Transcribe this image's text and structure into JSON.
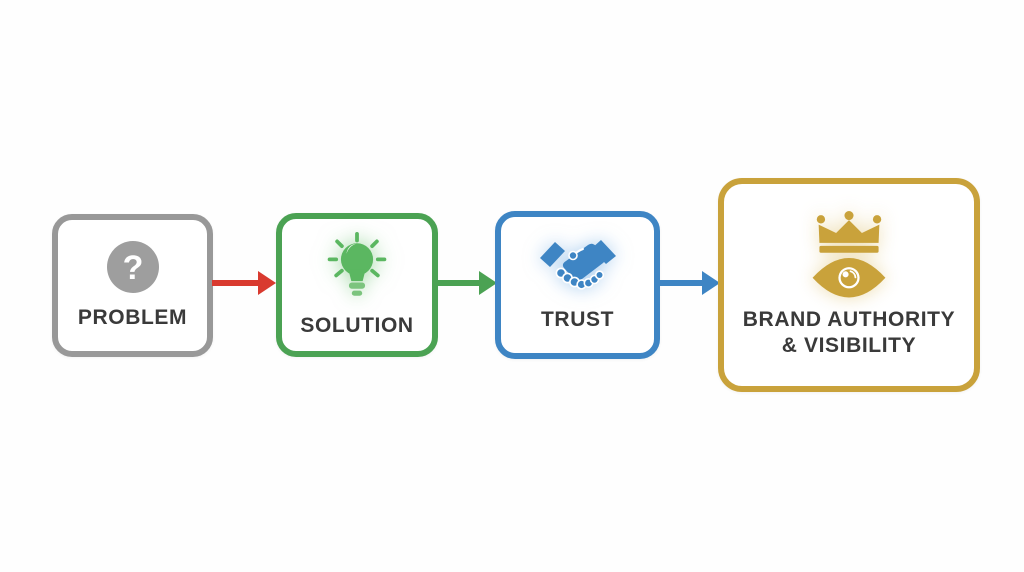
{
  "colors": {
    "background": "#fefefe",
    "text": "#3a3a3a",
    "gray": "#989898",
    "gray_icon": "#9e9e9e",
    "green": "#4ba253",
    "green_bulb": "#5bb761",
    "green_bulb_base": "#7cc47e",
    "blue": "#3e85c4",
    "gold": "#c9a23b",
    "red": "#d93a2f"
  },
  "diagram": {
    "type": "flowchart",
    "question_glyph": "?",
    "steps": [
      {
        "label": "PROBLEM",
        "icon": "question-mark-icon",
        "border_color": "#989898"
      },
      {
        "label": "SOLUTION",
        "icon": "lightbulb-icon",
        "border_color": "#4ba253"
      },
      {
        "label": "TRUST",
        "icon": "handshake-icon",
        "border_color": "#3e85c4"
      },
      {
        "label_line1": "BRAND AUTHORITY",
        "label_line2": "& VISIBILITY",
        "icon": "crown-eye-icon",
        "border_color": "#c9a23b"
      }
    ],
    "arrows": [
      {
        "from": "PROBLEM",
        "to": "SOLUTION",
        "color": "#d93a2f"
      },
      {
        "from": "SOLUTION",
        "to": "TRUST",
        "color": "#4ba253"
      },
      {
        "from": "TRUST",
        "to": "BRAND AUTHORITY & VISIBILITY",
        "color": "#3e85c4"
      }
    ]
  }
}
